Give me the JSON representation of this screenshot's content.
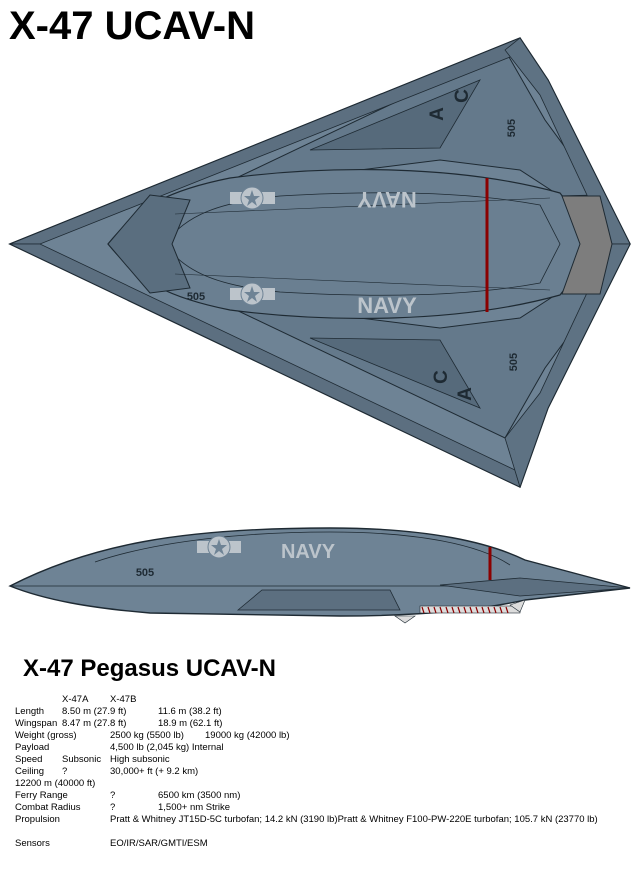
{
  "title": "X-47 UCAV-N",
  "subtitle": "X-47 Pegasus UCAV-N",
  "markings": {
    "navy": "NAVY",
    "number": "505",
    "tail_a": "A",
    "tail_c": "C"
  },
  "specs": {
    "headers": [
      "X-47A",
      "X-47B"
    ],
    "length": {
      "label": "Length",
      "a": "8.50 m (27.9 ft)",
      "b": "11.6 m (38.2 ft)"
    },
    "wingspan": {
      "label": "Wingspan",
      "a": "8.47 m (27.8 ft)",
      "b": "18.9 m (62.1 ft)"
    },
    "weight": {
      "label": "Weight (gross)",
      "a": "2500 kg (5500 lb)",
      "b": "19000 kg (42000 lb)"
    },
    "payload": {
      "label": "Payload",
      "b": "4,500 lb (2,045 kg) Internal"
    },
    "speed": {
      "label": "Speed",
      "a": "Subsonic",
      "b": "High subsonic"
    },
    "ceiling": {
      "label": "Ceiling",
      "a": "?",
      "b": "30,000+ ft (+ 9.2 km)",
      "extra": "12200 m (40000 ft)"
    },
    "ferry": {
      "label": "Ferry Range",
      "a": "?",
      "b": "6500 km (3500 nm)"
    },
    "combat": {
      "label": "Combat Radius",
      "a": "?",
      "b": "1,500+ nm Strike"
    },
    "propulsion": {
      "label": "Propulsion",
      "value": "Pratt & Whitney JT15D-5C turbofan; 14.2 kN (3190 lb)Pratt & Whitney F100-PW-220E turbofan; 105.7 kN (23770 lb)"
    },
    "sensors": {
      "label": "Sensors",
      "value": "EO/IR/SAR/GMTI/ESM"
    }
  },
  "colors": {
    "body": "#6e8395",
    "body_dark": "#5c6f80",
    "panel": "#566a7b",
    "outline": "#1e2a33",
    "marking": "#bcc4cb",
    "stripe": "#8b0000",
    "exhaust": "#7d7d7d"
  }
}
